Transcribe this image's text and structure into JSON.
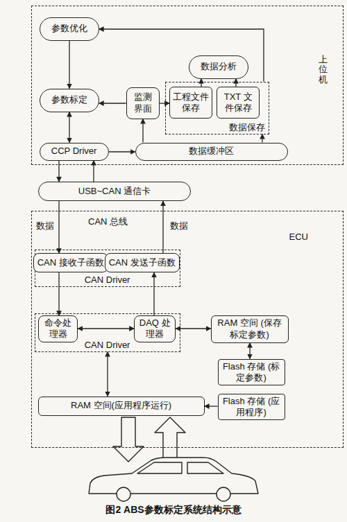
{
  "diagram": {
    "caption": "图2 ABS参数标定系统结构示意",
    "nodes": [
      {
        "text": [
          "上位机"
        ]
      },
      {
        "text": [
          "参数优化"
        ],
        "in": 0
      },
      {
        "text": [
          "数据分析"
        ],
        "in": 0
      },
      {
        "text": [
          "参数标定"
        ],
        "in": 0
      },
      {
        "text": [
          "监测界面"
        ],
        "in": 0
      },
      {
        "text": [
          "数据保存"
        ],
        "in": 0
      },
      {
        "text": [
          "工程文件保存"
        ],
        "in": 5
      },
      {
        "text": [
          "TXT 文件保存"
        ],
        "in": 5
      },
      {
        "text": [
          "CCP Driver"
        ],
        "in": 0
      },
      {
        "text": [
          "数据缓冲区"
        ],
        "in": 0
      },
      {
        "text": [
          "USB~CAN 通信卡"
        ]
      },
      {
        "text": [
          "ECU"
        ]
      },
      {
        "text": [
          "CAN Driver"
        ],
        "in": 11
      },
      {
        "text": [
          "CAN 接收子函数"
        ],
        "in": 12
      },
      {
        "text": [
          "CAN 发送子函数"
        ],
        "in": 12
      },
      {
        "text": [
          "CAN Driver"
        ],
        "in": 11
      },
      {
        "text": [
          "命令处理器"
        ],
        "in": 15
      },
      {
        "text": [
          "DAQ 处理器"
        ],
        "in": 15
      },
      {
        "text": [
          "RAM 空间 (保存标定参数)"
        ],
        "in": 11
      },
      {
        "text": [
          "Flash 存储 (标定参数)"
        ],
        "in": 11
      },
      {
        "text": [
          "RAM 空间(应用程序运行)"
        ],
        "in": 11
      },
      {
        "text": [
          "Flash 存储 (应用程序)"
        ],
        "in": 11
      }
    ],
    "edges": [
      {
        "from": 1,
        "to": 3,
        "arrow": "to"
      },
      {
        "from": 5,
        "to": 1,
        "arrow": "to"
      },
      {
        "from": 6,
        "to": 2,
        "arrow": "to"
      },
      {
        "from": 7,
        "to": 2,
        "arrow": "to"
      },
      {
        "from": 4,
        "to": 3,
        "arrow": "to"
      },
      {
        "from": 4,
        "to": 6,
        "arrow": "to"
      },
      {
        "from": 3,
        "to": 8,
        "arrow": "both"
      },
      {
        "from": 8,
        "to": 9,
        "arrow": "to"
      },
      {
        "from": 9,
        "to": 4,
        "arrow": "to"
      },
      {
        "from": 9,
        "to": 5,
        "arrow": "to"
      },
      {
        "from": 8,
        "to": 10,
        "arrow": "to"
      },
      {
        "from": 10,
        "to": 8,
        "arrow": "to"
      },
      {
        "from": 10,
        "to": 13,
        "label": "数据",
        "arrow": "to"
      },
      {
        "from": 14,
        "to": 10,
        "label": "数据",
        "arrow": "to"
      },
      {
        "from": 13,
        "to": 16,
        "arrow": "to"
      },
      {
        "from": 17,
        "to": 14,
        "arrow": "to"
      },
      {
        "from": 16,
        "to": 17,
        "arrow": "both"
      },
      {
        "from": 17,
        "to": 18,
        "arrow": "both"
      },
      {
        "from": 18,
        "to": 19,
        "arrow": "both"
      },
      {
        "from": 15,
        "to": 20,
        "arrow": "both"
      },
      {
        "from": 21,
        "to": 20,
        "arrow": "to"
      }
    ],
    "labels": [
      "CAN 总线"
    ]
  }
}
